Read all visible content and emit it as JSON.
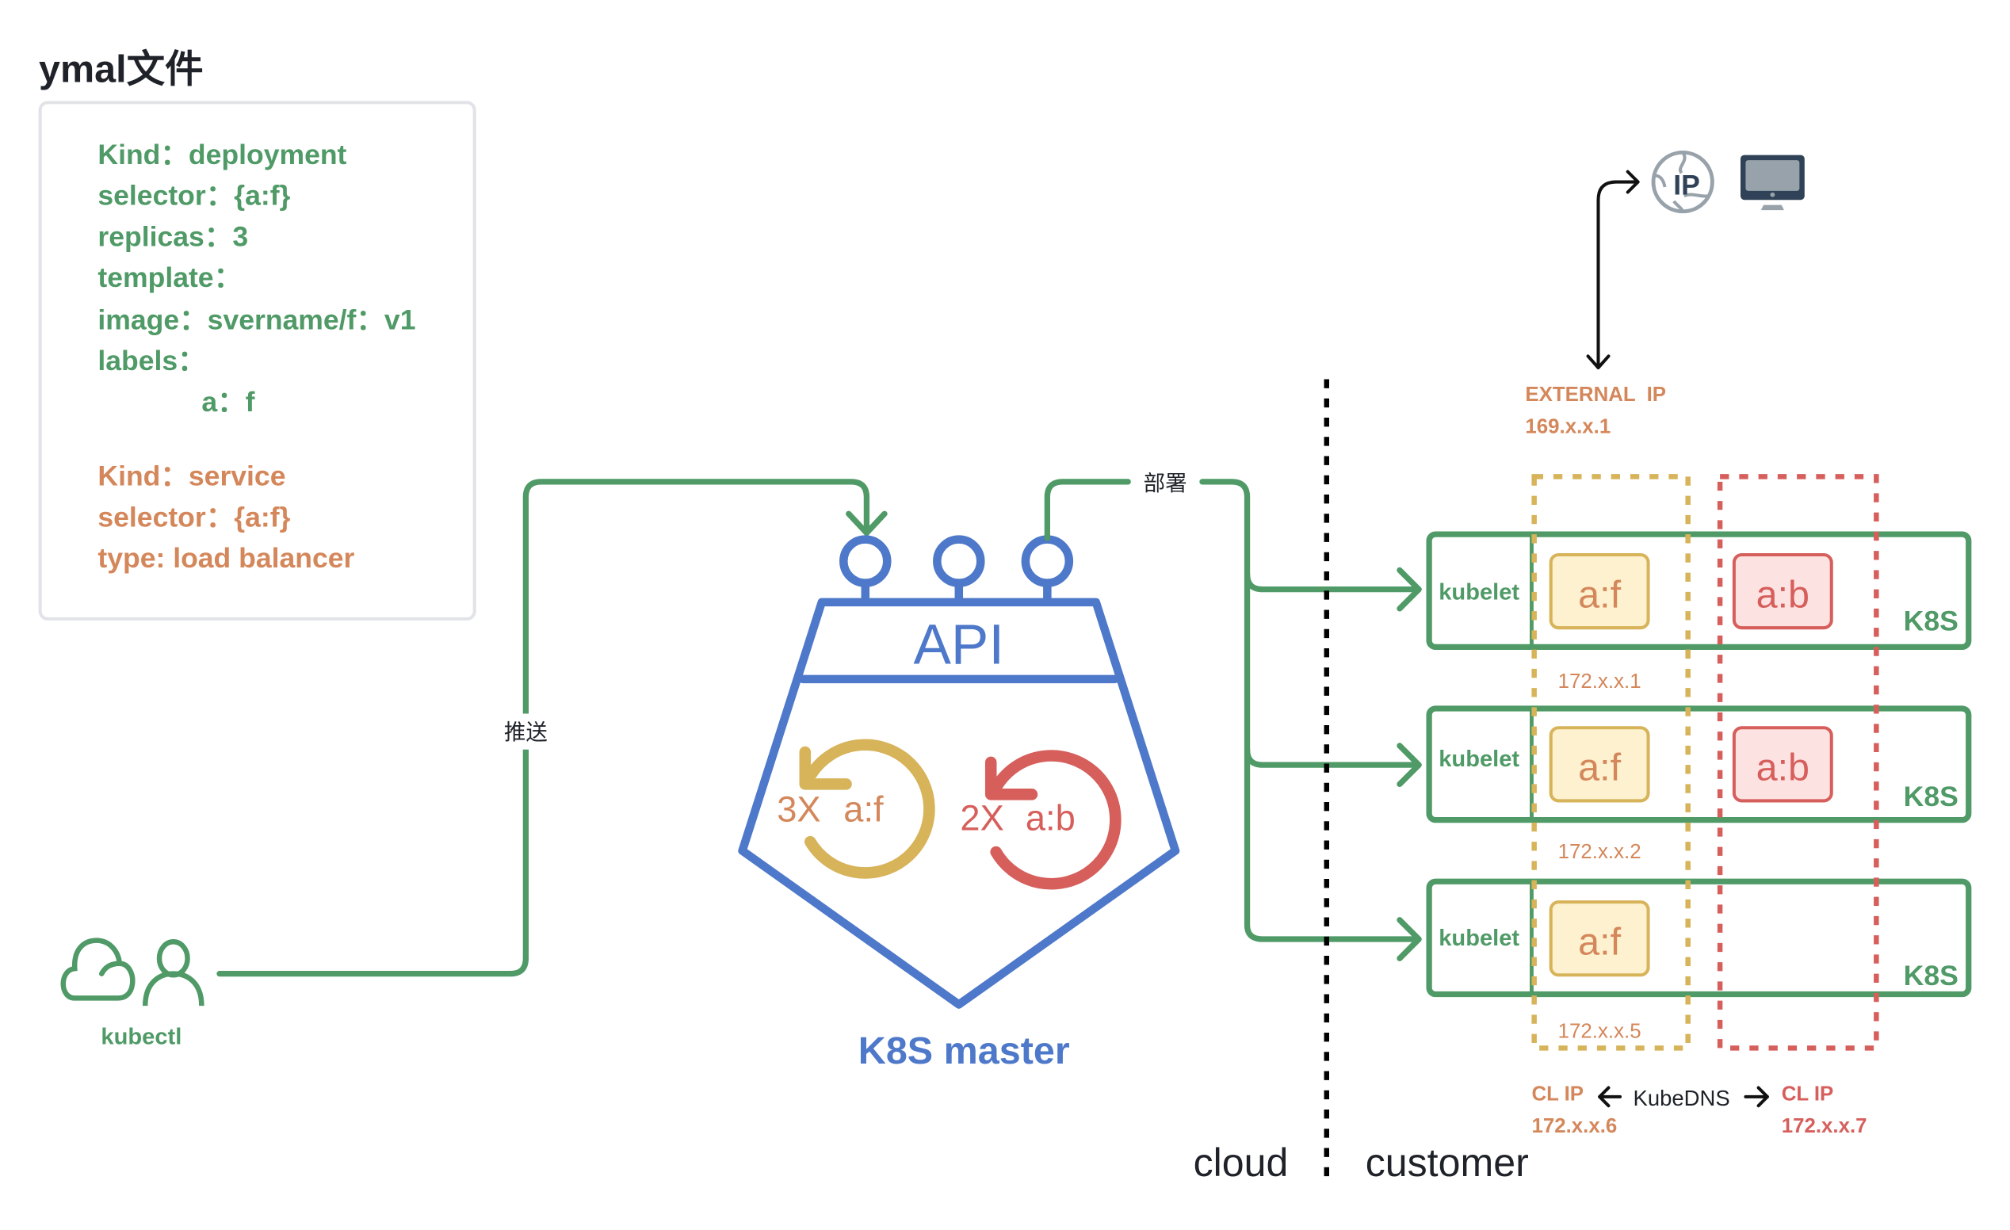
{
  "colors": {
    "green": "#4f9a66",
    "blue": "#4e78c9",
    "orange": "#d4875a",
    "yellow": "#d7b35a",
    "yellow_fill": "#fdf1cf",
    "red": "#d65f5c",
    "red_fill": "#fde2e2",
    "dark": "#1f2329",
    "icon_gray": "#98a2aa",
    "icon_navy": "#2f4257"
  },
  "yaml_panel": {
    "title": "ymal文件",
    "deployment_lines": [
      "Kind：deployment",
      "selector：{a:f}",
      "replicas：3",
      "template：",
      "image：svername/f：v1",
      "labels：",
      "a：f"
    ],
    "service_lines": [
      "Kind：service",
      "selector：{a:f}",
      "type: load balancer"
    ]
  },
  "client": {
    "label": "kubectl",
    "icons": [
      "cloud-icon",
      "user-icon"
    ]
  },
  "edges": {
    "push_label": "推送",
    "deploy_label": "部署"
  },
  "master": {
    "api_label": "API",
    "title": "K8S master",
    "replica_sets": [
      {
        "count_label": "3X",
        "selector": "a:f"
      },
      {
        "count_label": "2X",
        "selector": "a:b"
      }
    ]
  },
  "regions": {
    "left": "cloud",
    "right": "customer"
  },
  "external": {
    "label": "EXTERNAL  IP",
    "address": "169.x.x.1",
    "icons": [
      "ip-globe-icon",
      "monitor-icon"
    ]
  },
  "nodes": [
    {
      "agent": "kubelet",
      "label": "K8S",
      "pods": [
        "a:f",
        "a:b"
      ],
      "pod_ip": "172.x.x.1"
    },
    {
      "agent": "kubelet",
      "label": "K8S",
      "pods": [
        "a:f",
        "a:b"
      ],
      "pod_ip": "172.x.x.2"
    },
    {
      "agent": "kubelet",
      "label": "K8S",
      "pods": [
        "a:f"
      ],
      "pod_ip": "172.x.x.5"
    }
  ],
  "services": {
    "dns_label": "KubeDNS",
    "left": {
      "label": "CL IP",
      "address": "172.x.x.6"
    },
    "right": {
      "label": "CL IP",
      "address": "172.x.x.7"
    }
  }
}
